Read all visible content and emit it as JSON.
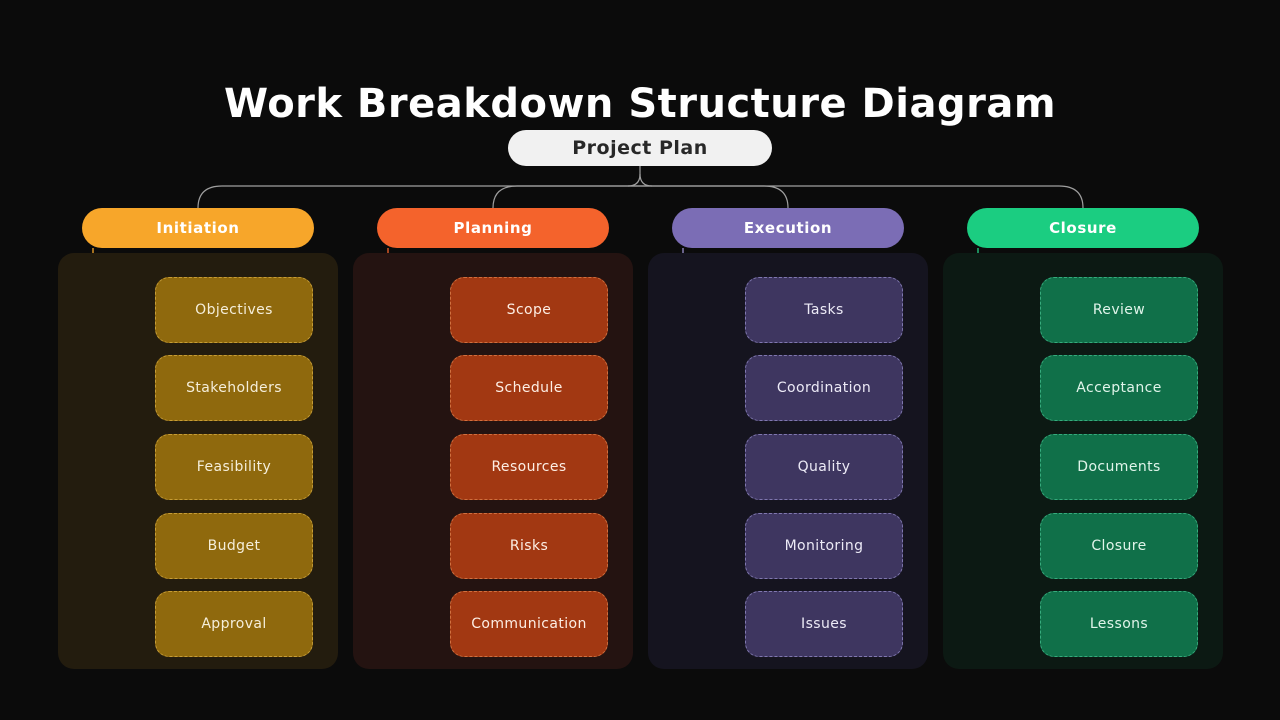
{
  "title": "Work Breakdown Structure Diagram",
  "root": {
    "label": "Project Plan",
    "bg": "#f1f1f1",
    "text_color": "#282828"
  },
  "connectors": {
    "root_line_color": "#9f9f9f"
  },
  "columns": [
    {
      "id": "initiation",
      "label": "Initiation",
      "accent": "#f7a62a",
      "line_color": "#f7a62a",
      "panel_bg": "#231c0e",
      "child_bg": "#8f690d",
      "child_border": "#c79d36",
      "child_text_color": "#f5eeda",
      "children": [
        "Objectives",
        "Stakeholders",
        "Feasibility",
        "Budget",
        "Approval"
      ]
    },
    {
      "id": "planning",
      "label": "Planning",
      "accent": "#f4632c",
      "line_color": "#f4632c",
      "panel_bg": "#241311",
      "child_bg": "#a23812",
      "child_border": "#d0703f",
      "child_text_color": "#fdeee4",
      "children": [
        "Scope",
        "Schedule",
        "Resources",
        "Risks",
        "Communication"
      ]
    },
    {
      "id": "execution",
      "label": "Execution",
      "accent": "#7b6db5",
      "line_color": "#9b90cf",
      "panel_bg": "#15141f",
      "child_bg": "#3e3660",
      "child_border": "#8078b0",
      "child_text_color": "#eceaf6",
      "children": [
        "Tasks",
        "Coordination",
        "Quality",
        "Monitoring",
        "Issues"
      ]
    },
    {
      "id": "closure",
      "label": "Closure",
      "accent": "#1bcd81",
      "line_color": "#25d189",
      "panel_bg": "#0c1913",
      "child_bg": "#107049",
      "child_border": "#36ab7d",
      "child_text_color": "#e0f4ea",
      "children": [
        "Review",
        "Acceptance",
        "Documents",
        "Closure",
        "Lessons"
      ]
    }
  ]
}
